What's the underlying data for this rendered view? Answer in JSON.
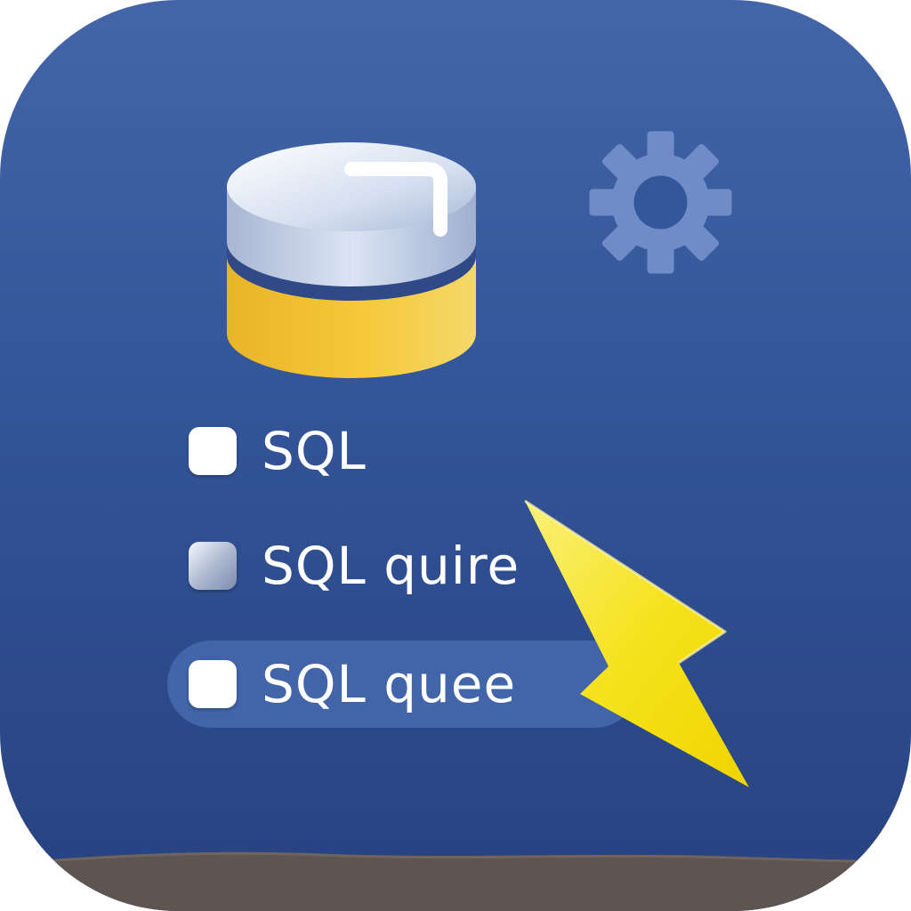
{
  "colors": {
    "background": "#34569a",
    "selected_row": "#4264a8",
    "database_top": "#c9d6ee",
    "database_body": "#f3c43e",
    "gear": "#6f8cc8",
    "lightning": "#f5e21c",
    "ground": "#5e5450"
  },
  "icons": {
    "database": "database-icon",
    "gear": "gear-icon",
    "lightning": "lightning-bolt-icon"
  },
  "list": {
    "items": [
      {
        "label": "SQL",
        "checkbox": "checkbox",
        "selected": false
      },
      {
        "label": "SQL quire",
        "checkbox": "checkbox-gradient",
        "selected": false
      },
      {
        "label": "SQL quee",
        "checkbox": "checkbox",
        "selected": true
      }
    ]
  }
}
